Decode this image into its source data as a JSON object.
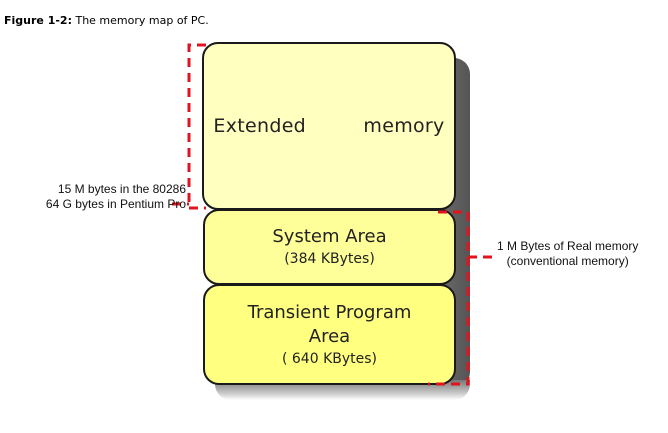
{
  "caption": {
    "label": "Figure 1-2:",
    "text": " The memory map of PC."
  },
  "blocks": [
    {
      "id": "extended",
      "title": "Extended    memory",
      "subtitle": "",
      "color": "#ffffc0"
    },
    {
      "id": "system",
      "title": "System Area",
      "subtitle": "(384 KBytes)",
      "color": "#ffff99"
    },
    {
      "id": "transient",
      "title": "Transient Program",
      "title2": "Area",
      "subtitle": "( 640 KBytes)",
      "color": "#ffff80"
    }
  ],
  "annotations": {
    "extended_note": [
      "15 M bytes in the 80286",
      "64 G bytes in Pentium Pro"
    ],
    "real_memory_note": [
      "1 M Bytes of Real memory",
      "(conventional memory)"
    ]
  },
  "colors": {
    "bracket": "#e0141e",
    "border": "#1a1a1a"
  }
}
